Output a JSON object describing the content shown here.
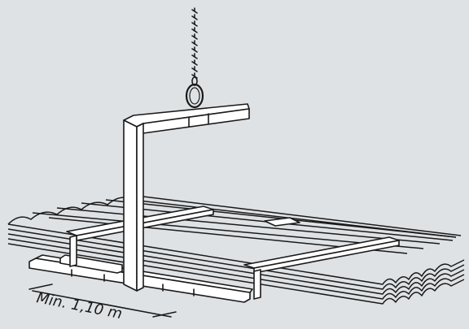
{
  "diagram": {
    "background": "#dfe2e5",
    "line_color": "#1a1a1a",
    "fill_color": "#ffffff",
    "dimension_label": "Min. 1,10 m",
    "subject": "lifting-beam-with-corrugated-sheet-stack",
    "hoist": "chain-and-ring",
    "sheet_layers": 5
  }
}
